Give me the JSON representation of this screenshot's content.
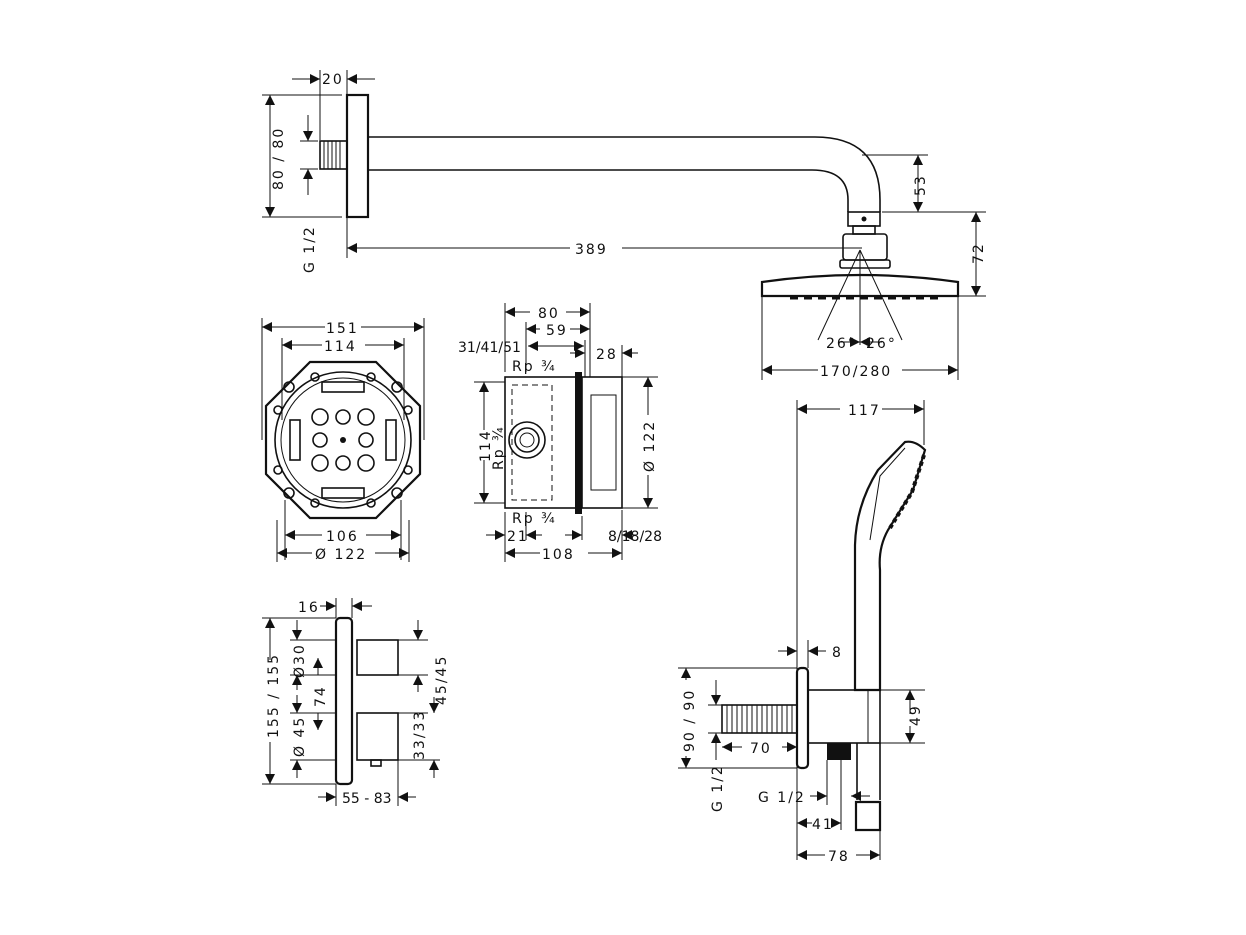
{
  "shower_arm": {
    "dim_depth": "20",
    "dim_plate": "80 / 80",
    "thread": "G 1/2",
    "dim_length": "389",
    "dim_drop": "53",
    "dim_head_height": "72",
    "angle_left": "26°",
    "angle_right": "26°",
    "dim_head_diameter": "170/280"
  },
  "box_front": {
    "dim_outer": "151",
    "dim_inner": "114",
    "dim_bottom": "106",
    "dim_diameter": "Ø 122"
  },
  "box_side": {
    "dim_80": "80",
    "dim_59": "59",
    "dim_depths": "31/41/51",
    "dim_28": "28",
    "port_top": "Rp ¾",
    "dim_114": "114",
    "port_side": "Rp ¾",
    "dim_diameter": "Ø 122",
    "port_bottom": "Rp ¾",
    "dim_21": "21",
    "dim_ext": "8/18/28",
    "dim_108": "108"
  },
  "trim": {
    "dim_16": "16",
    "dim_plate": "155 / 155",
    "dim_d30": "Ø30",
    "dim_74": "74",
    "dim_d45": "Ø 45",
    "dim_45": "45/45",
    "dim_33": "33/33",
    "dim_projection": "55 - 83"
  },
  "hand_shower": {
    "dim_117": "117",
    "dim_8": "8",
    "dim_plate": "90 / 90",
    "dim_70": "70",
    "thread_wall": "G 1/2",
    "thread_outlet": "G 1/2",
    "dim_41": "41",
    "dim_78": "78",
    "dim_49": "49"
  }
}
